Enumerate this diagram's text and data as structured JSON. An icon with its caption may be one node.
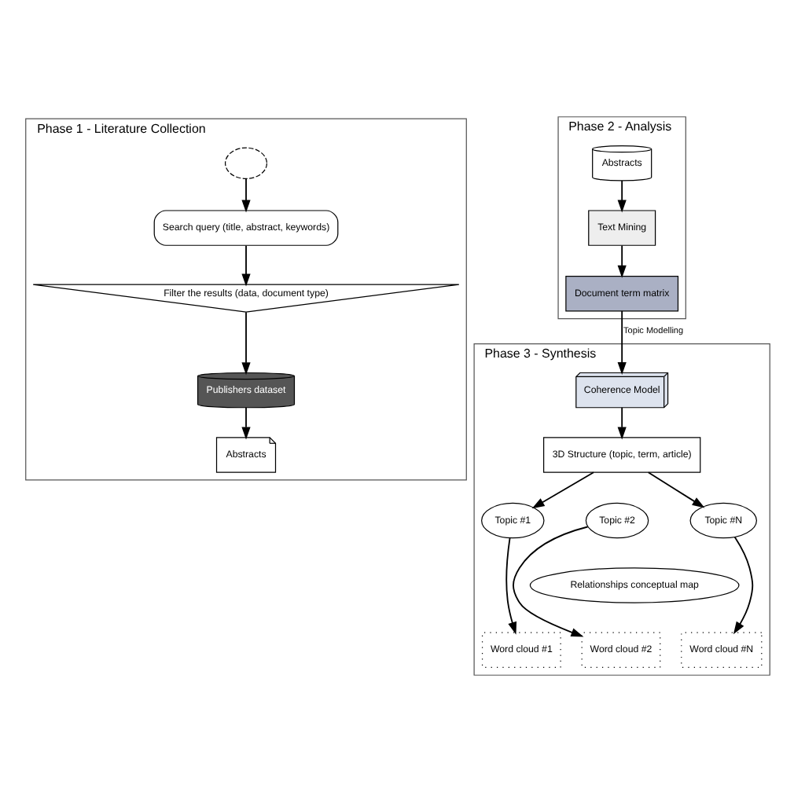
{
  "diagram": {
    "nodes": [
      {
        "text": [
          "Phase 1 - Literature Collection"
        ]
      },
      {
        "text": [],
        "shape": "cloud",
        "in": 0
      },
      {
        "text": [
          "Search query (title, abstract, keywords)"
        ],
        "in": 0
      },
      {
        "text": [
          "Filter the results (data, document type)"
        ],
        "in": 0
      },
      {
        "text": [
          "Publishers dataset"
        ],
        "in": 0
      },
      {
        "text": [
          "Abstracts"
        ],
        "in": 0
      },
      {
        "text": [
          "Phase 2 - Analysis"
        ]
      },
      {
        "text": [
          "Abstracts"
        ],
        "in": 6
      },
      {
        "text": [
          "Text Mining"
        ],
        "in": 6
      },
      {
        "text": [
          "Document term matrix"
        ],
        "in": 6
      },
      {
        "text": [
          "Phase 3 - Synthesis"
        ]
      },
      {
        "text": [
          "Coherence Model"
        ],
        "in": 10
      },
      {
        "text": [
          "3D Structure (topic, term, article)"
        ],
        "in": 10
      },
      {
        "text": [
          "Topic #1"
        ],
        "in": 10
      },
      {
        "text": [
          "Topic #2"
        ],
        "in": 10
      },
      {
        "text": [
          "Topic #N"
        ],
        "in": 10
      },
      {
        "text": [
          "Relationships conceptual map"
        ],
        "in": 10
      },
      {
        "text": [
          "Word cloud #1"
        ],
        "in": 10
      },
      {
        "text": [
          "Word cloud #2"
        ],
        "in": 10
      },
      {
        "text": [
          "Word cloud #N"
        ],
        "in": 10
      }
    ],
    "edges": [
      {
        "from": 1,
        "to": 2,
        "arrow": "to"
      },
      {
        "from": 2,
        "to": 3,
        "arrow": "to"
      },
      {
        "from": 3,
        "to": 4,
        "arrow": "to"
      },
      {
        "from": 4,
        "to": 5,
        "arrow": "to"
      },
      {
        "from": 7,
        "to": 8,
        "arrow": "to"
      },
      {
        "from": 8,
        "to": 9,
        "arrow": "to"
      },
      {
        "from": 9,
        "to": 11,
        "label": "Topic Modelling",
        "arrow": "to"
      },
      {
        "from": 11,
        "to": 12,
        "arrow": "to"
      },
      {
        "from": 12,
        "to": 13,
        "arrow": "to"
      },
      {
        "from": 12,
        "to": 15,
        "arrow": "to"
      },
      {
        "from": 13,
        "to": 17,
        "arrow": "to"
      },
      {
        "from": 14,
        "to": 18,
        "arrow": "to"
      },
      {
        "from": 15,
        "to": 19,
        "arrow": "to"
      }
    ]
  }
}
